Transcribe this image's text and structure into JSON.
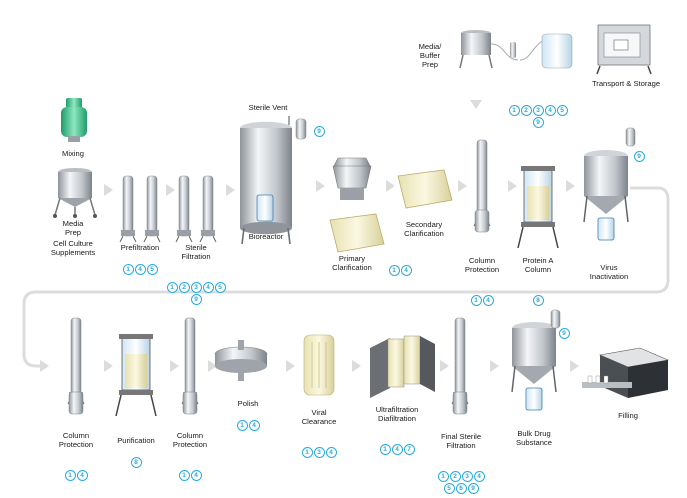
{
  "colors": {
    "accent": "#2aa9dc",
    "flow": "#d9d9d9",
    "steel": "#c8ccd0",
    "label": "#1a1a1a",
    "mixer": "#3cc48c",
    "media": "#f1ecc8"
  },
  "steps": {
    "mixing": {
      "label": [
        "Mixing"
      ],
      "badges": []
    },
    "media_prep": {
      "label": [
        "Media",
        "Prep"
      ],
      "badges": []
    },
    "cell_culture": {
      "label": [
        "Cell Culture",
        "Supplements"
      ],
      "badges": []
    },
    "prefiltration": {
      "label": [
        "Prefiltration"
      ],
      "badges": [
        "1",
        "4",
        "5"
      ]
    },
    "sterile_filtration": {
      "label": [
        "Sterile",
        "Filtration"
      ],
      "badges": [
        "1",
        "2",
        "3",
        "4",
        "5",
        "9"
      ]
    },
    "sterile_vent": {
      "label": [
        "Sterile Vent"
      ],
      "badges": [
        "9"
      ]
    },
    "bioreactor": {
      "label": [
        "Bioreactor"
      ],
      "badges": []
    },
    "primary_clarification": {
      "label": [
        "Primary",
        "Clarification"
      ],
      "badges": [
        "1",
        "4"
      ]
    },
    "secondary_clarification": {
      "label": [
        "Secondary",
        "Clarification"
      ],
      "badges": []
    },
    "media_buffer_prep": {
      "label": [
        "Media/",
        "Buffer",
        "Prep"
      ],
      "badges": [
        "1",
        "2",
        "3",
        "4",
        "5",
        "9"
      ]
    },
    "transport_storage": {
      "label": [
        "Transport & Storage"
      ],
      "badges": []
    },
    "column_protection_1": {
      "label": [
        "Column",
        "Protection"
      ],
      "badges": [
        "1",
        "4"
      ]
    },
    "protein_a": {
      "label": [
        "Protein A",
        "Column"
      ],
      "badges": [
        "8"
      ]
    },
    "virus_inactivation": {
      "label": [
        "Virus",
        "Inactivation"
      ],
      "badges": [
        "9"
      ]
    },
    "column_protection_2": {
      "label": [
        "Column",
        "Protection"
      ],
      "badges": [
        "1",
        "4"
      ]
    },
    "purification": {
      "label": [
        "Purification"
      ],
      "badges": [
        "8"
      ]
    },
    "column_protection_3": {
      "label": [
        "Column",
        "Protection"
      ],
      "badges": [
        "1",
        "4"
      ]
    },
    "polish": {
      "label": [
        "Polish"
      ],
      "badges": [
        "1",
        "4"
      ]
    },
    "viral_clearance": {
      "label": [
        "Viral",
        "Clearance"
      ],
      "badges": [
        "1",
        "3",
        "4"
      ]
    },
    "ultrafiltration": {
      "label": [
        "Ultrafiltration",
        "Diafiltration"
      ],
      "badges": [
        "1",
        "4",
        "7"
      ]
    },
    "final_sterile": {
      "label": [
        "Final Sterile",
        "Filtration"
      ],
      "badges": [
        "1",
        "2",
        "3",
        "4",
        "5",
        "6",
        "9"
      ]
    },
    "bulk_drug": {
      "label": [
        "Bulk Drug",
        "Substance"
      ],
      "badges": [
        "9"
      ]
    },
    "filling": {
      "label": [
        "Filling"
      ],
      "badges": []
    }
  }
}
